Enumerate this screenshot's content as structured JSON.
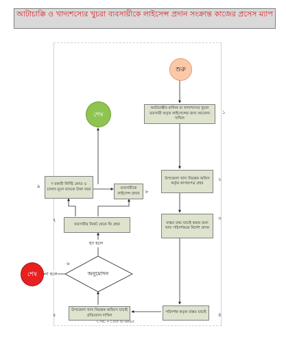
{
  "title": "আটাচাক্কি ও খাদ্যশস্যের খুচরা ব্যবসায়ীকে লাইসেন্স প্রদান সংক্রান্ত কাজের প্রসেস ম্যাপ",
  "nodes": {
    "start": "শুরু",
    "end_top": "শেষ",
    "end_left": "শেষ",
    "step1": "আটাচাক্কীর মালিক বা খাদ্যশস্যের খুচরা ব্যবসায়ী কতৃক লাইসেন্সের জন্য আবেদন দাখিল",
    "step2": "উপজেলা খাদ্য নিয়ন্ত্রক অফিস কর্তৃক কাগজপত্র গ্রহন",
    "step3": "বাস্তব তথ্য যাচাই করার জন্য খাদ্য পরিদর্শককে নির্দেশ প্রদান",
    "step4": "পরিদর্শক কতৃক বাস্তব যাচাই",
    "step5": "উপজেলা খাদ্য নিয়ন্ত্রক অফিসে যাচাই প্রতিবেদন দাখিল",
    "decision": "অনুমোদন",
    "step7": "ব্যবসায়ীর নিকট থেকে ফি গ্রহন",
    "step8": "ব্যবসায়ীকে লাইসেন্স প্রদান",
    "step9": "দ রকারী নির্দিষ্ট কোড এ চালান মূলে ব্যাংকে টাকা জমা"
  },
  "numbers": {
    "n1": "১",
    "n2": "২",
    "n3": "৩",
    "n4": "৪",
    "n5": "৫",
    "n6": "৬",
    "n7": "৭",
    "n8": "৮",
    "n9": "৯"
  },
  "edge_labels": {
    "yes": "হ্যা হলে",
    "no": "না হলে"
  },
  "hint": "CTRL + Click to select",
  "colors": {
    "title_text": "#d61f1f",
    "box_fill": "#dde3cd",
    "start_fill": "#fbc9a9",
    "end_fill": "#8ec44f",
    "reject_fill": "#e82020"
  }
}
